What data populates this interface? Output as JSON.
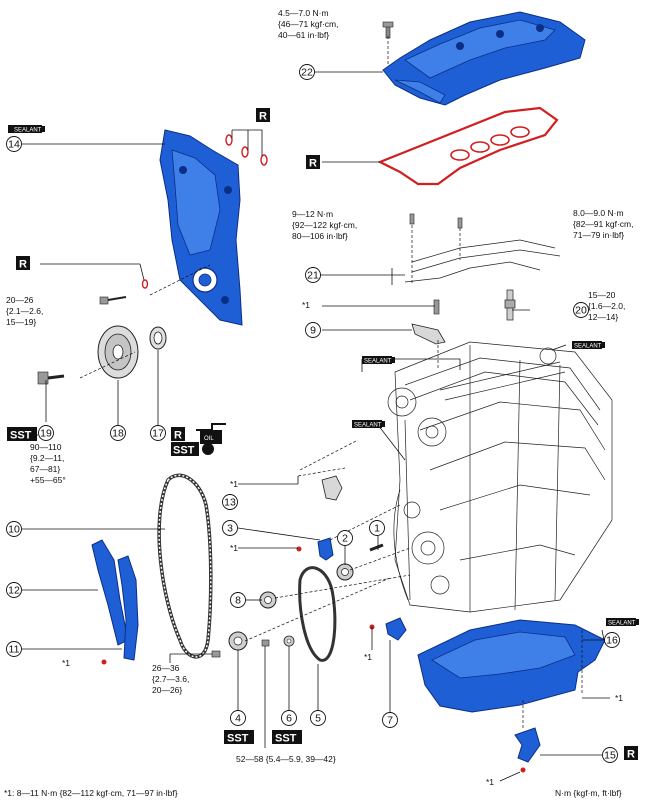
{
  "callouts": [
    {
      "n": "1"
    },
    {
      "n": "2"
    },
    {
      "n": "3"
    },
    {
      "n": "4"
    },
    {
      "n": "5"
    },
    {
      "n": "6"
    },
    {
      "n": "7"
    },
    {
      "n": "8"
    },
    {
      "n": "9"
    },
    {
      "n": "10"
    },
    {
      "n": "11"
    },
    {
      "n": "12"
    },
    {
      "n": "13"
    },
    {
      "n": "14"
    },
    {
      "n": "15"
    },
    {
      "n": "16"
    },
    {
      "n": "17"
    },
    {
      "n": "18"
    },
    {
      "n": "19"
    },
    {
      "n": "20"
    },
    {
      "n": "21"
    },
    {
      "n": "22"
    }
  ],
  "torque": {
    "t22": [
      "4.5—7.0 N·m",
      "{46—71 kgf·cm,",
      "40—61 in·lbf}"
    ],
    "t21a": [
      "9—12 N·m",
      "{92—122 kgf·cm,",
      "80—106 in·lbf}"
    ],
    "t21b": [
      "8.0—9.0 N·m",
      "{82—91 kgf·cm,",
      "71—79 in·lbf}"
    ],
    "t20": [
      "15—20",
      "{1.6—2.0,",
      "12—14}"
    ],
    "t_cover": [
      "20—26",
      "{2.1—2.6,",
      "15—19}"
    ],
    "t19": [
      "90—110",
      "{9.2—11,",
      "67—81}",
      "+55—65°"
    ],
    "t4": [
      "26—36",
      "{2.7—3.6,",
      "20—26}"
    ],
    "t6": "52—58 {5.4—5.9, 39—42}"
  },
  "labels": {
    "sealant": "SEALANT",
    "r": "R",
    "sst": "SST",
    "oil": "OIL",
    "star1": "*1"
  },
  "footer": {
    "note": "*1: 8—11 N·m {82—112 kgf·cm, 71—97 in·lbf}",
    "units": "N·m {kgf·m, ft·lbf}"
  }
}
